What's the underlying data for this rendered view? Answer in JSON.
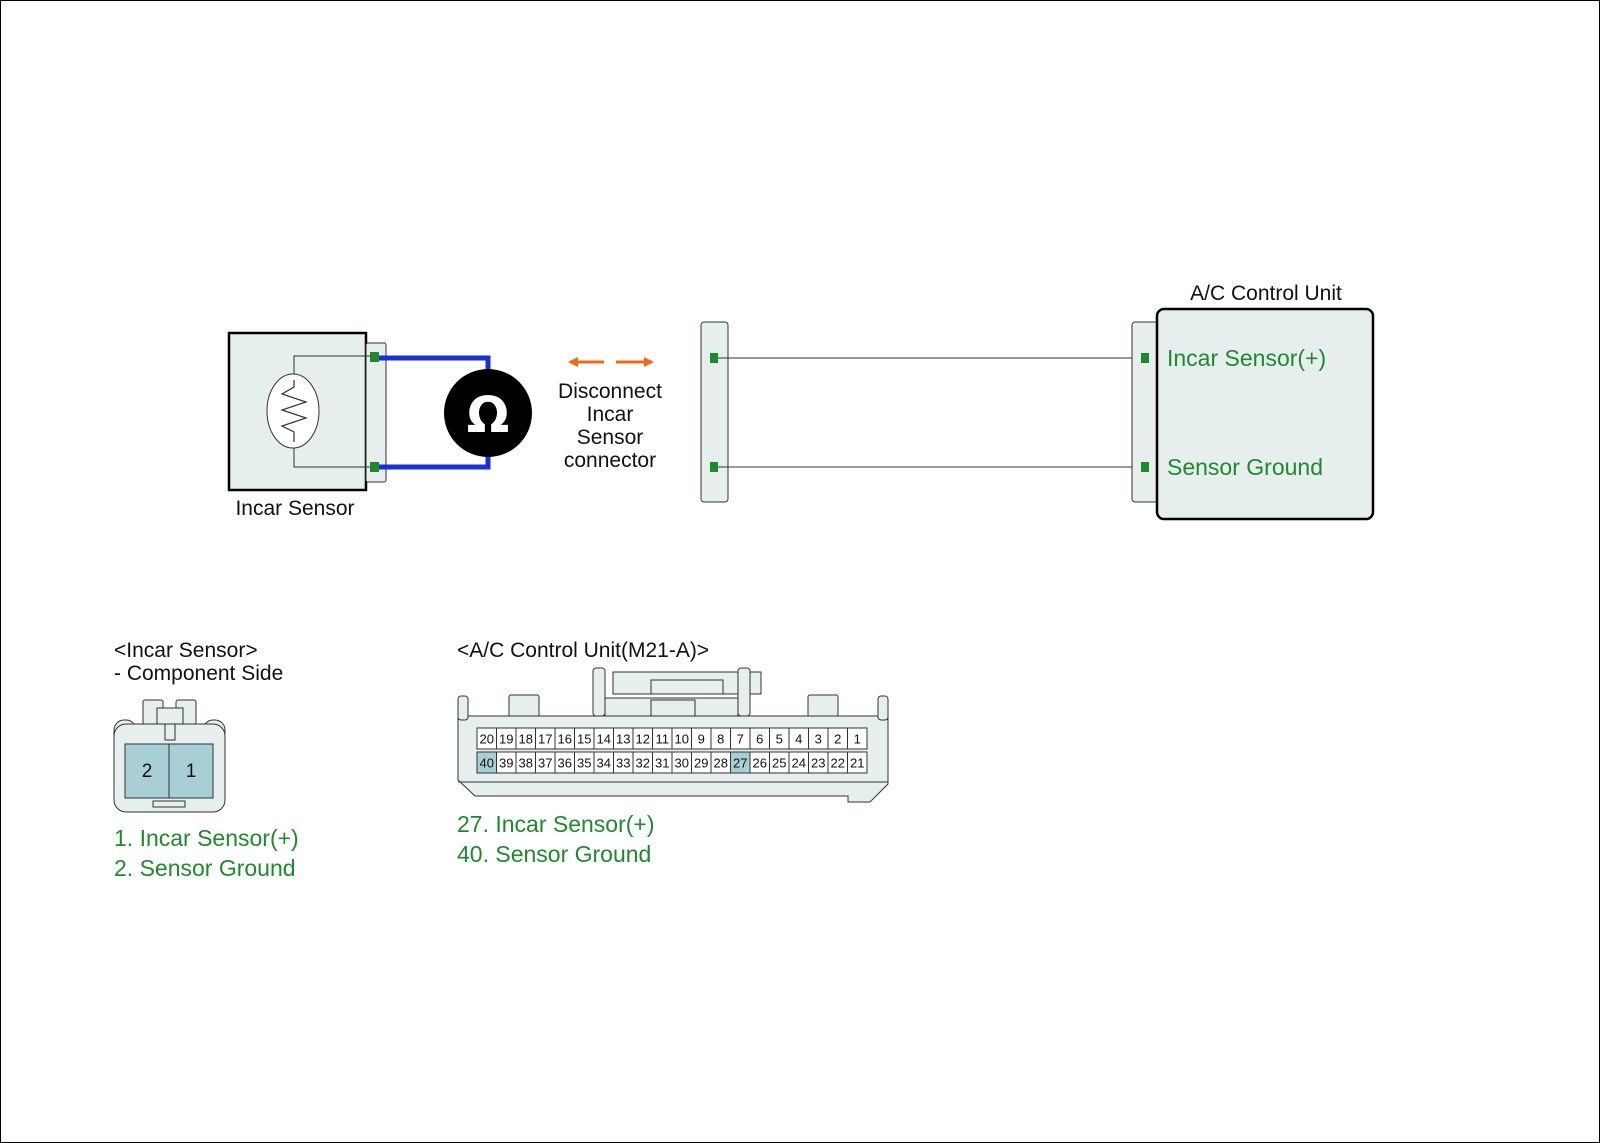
{
  "diagram": {
    "incar_sensor_label": "Incar Sensor",
    "ac_unit_title": "A/C Control Unit",
    "ac_unit_pins": [
      "Incar Sensor(+)",
      "Sensor Ground"
    ],
    "ohmmeter_symbol": "Ω",
    "disconnect_instruction": [
      "Disconnect",
      "Incar",
      "Sensor",
      "connector"
    ]
  },
  "connectors": {
    "incar_sensor": {
      "title": "<Incar Sensor>",
      "subtitle": "- Component Side",
      "pins": [
        "2",
        "1"
      ],
      "legend": [
        "1. Incar Sensor(+)",
        "2. Sensor Ground"
      ]
    },
    "ac_control_unit": {
      "title": "<A/C Control Unit(M21-A)>",
      "top_row": [
        "20",
        "19",
        "18",
        "17",
        "16",
        "15",
        "14",
        "13",
        "12",
        "11",
        "10",
        "9",
        "8",
        "7",
        "6",
        "5",
        "4",
        "3",
        "2",
        "1"
      ],
      "bottom_row": [
        "40",
        "39",
        "38",
        "37",
        "36",
        "35",
        "34",
        "33",
        "32",
        "31",
        "30",
        "29",
        "28",
        "27",
        "26",
        "25",
        "24",
        "23",
        "22",
        "21"
      ],
      "highlighted_pins": [
        "40",
        "27"
      ],
      "legend": [
        "27. Incar Sensor(+)",
        "40. Sensor Ground"
      ]
    }
  },
  "colors": {
    "meter_lead": "#1a2fd6",
    "arrow": "#f06a1e",
    "terminal": "#1e8a2c",
    "label_green": "#1e8a2c",
    "box_fill": "#e6eeee",
    "pin_highlight": "#a8ced6"
  }
}
